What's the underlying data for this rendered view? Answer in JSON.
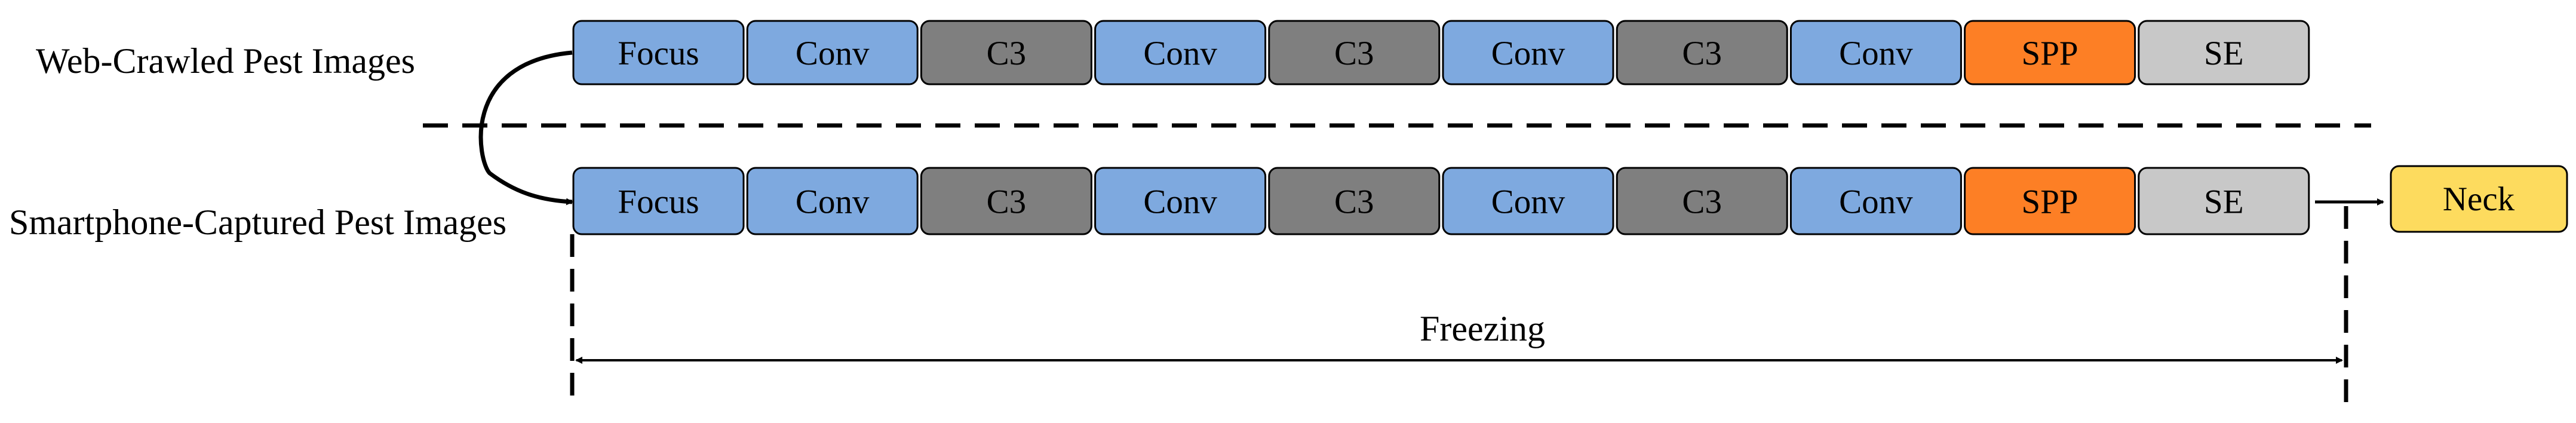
{
  "source_label": "Web-Crawled Pest Images",
  "target_label": "Smartphone-Captured Pest Images",
  "freezing_label": "Freezing",
  "neck_label": "Neck",
  "colors": {
    "Focus": "#7ea9df",
    "Conv": "#7ea9df",
    "C3": "#7f7f7f",
    "SPP": "#fd7f25",
    "SE": "#c8c8c8",
    "Neck": "#fddb5e"
  },
  "backbone_top": [
    "Focus",
    "Conv",
    "C3",
    "Conv",
    "C3",
    "Conv",
    "C3",
    "Conv",
    "SPP",
    "SE"
  ],
  "backbone_bottom": [
    "Focus",
    "Conv",
    "C3",
    "Conv",
    "C3",
    "Conv",
    "C3",
    "Conv",
    "SPP",
    "SE"
  ]
}
